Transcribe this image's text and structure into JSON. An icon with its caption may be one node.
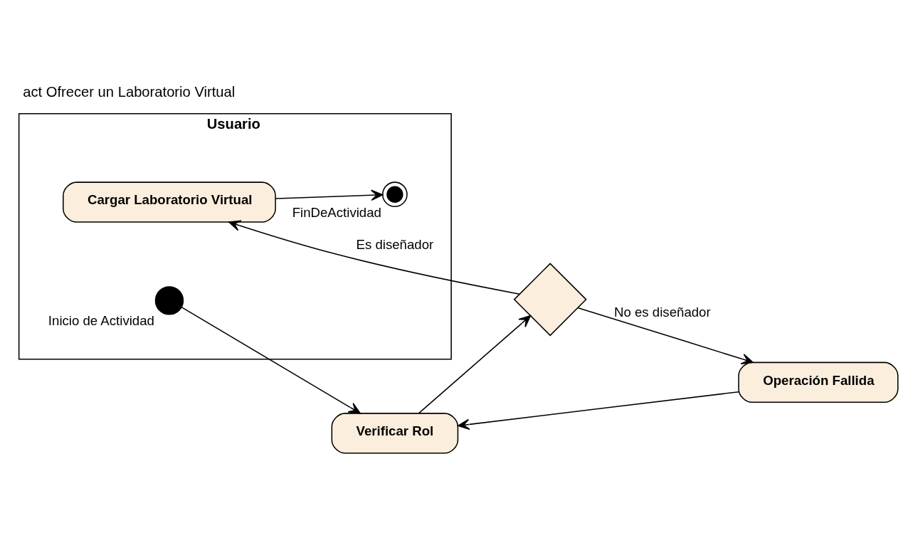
{
  "diagram": {
    "title": "act Ofrecer un Laboratorio Virtual",
    "nodes": [
      {
        "text": [
          "Usuario"
        ]
      },
      {
        "text": [],
        "shape": "circle",
        "in": 0,
        "beside": [
          "Inicio de Actividad"
        ]
      },
      {
        "text": [
          "Verificar Rol"
        ]
      },
      {
        "text": [],
        "shape": "diamond"
      },
      {
        "text": [
          "Cargar Laboratorio Virtual"
        ],
        "in": 0
      },
      {
        "text": [
          "Operación Fallida"
        ]
      },
      {
        "text": [],
        "shape": "bullseye",
        "in": 0,
        "beside": [
          "FinDeActividad"
        ]
      }
    ],
    "edges": [
      {
        "from": 1,
        "to": 2,
        "arrow": "to"
      },
      {
        "from": 2,
        "to": 3,
        "arrow": "to"
      },
      {
        "from": 3,
        "to": 4,
        "arrow": "to",
        "label": "Es diseñador"
      },
      {
        "from": 3,
        "to": 5,
        "arrow": "to",
        "label": "No es diseñador"
      },
      {
        "from": 5,
        "to": 2,
        "arrow": "to"
      },
      {
        "from": 4,
        "to": 6,
        "arrow": "to"
      }
    ]
  }
}
